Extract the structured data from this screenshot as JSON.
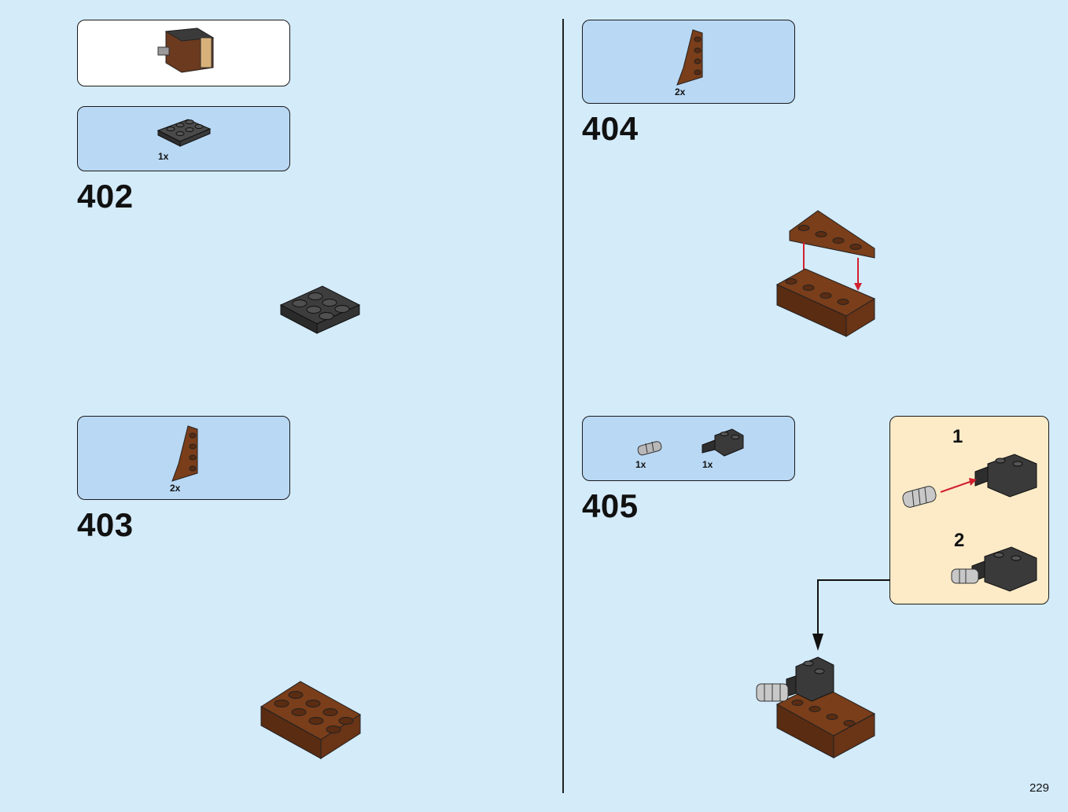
{
  "page": {
    "number": "229"
  },
  "steps": [
    {
      "number": "402",
      "parts": [
        {
          "qty": "1x",
          "name": "dark-grey-plate-2x3-icon"
        }
      ],
      "callout": "previous-assembly-icon"
    },
    {
      "number": "403",
      "parts": [
        {
          "qty": "2x",
          "name": "brown-wedge-plate-icon"
        }
      ]
    },
    {
      "number": "404",
      "parts": [
        {
          "qty": "2x",
          "name": "brown-wedge-plate-icon"
        }
      ]
    },
    {
      "number": "405",
      "parts": [
        {
          "qty": "1x",
          "name": "light-grey-pin-connector-icon"
        },
        {
          "qty": "1x",
          "name": "dark-grey-brick-with-clip-icon"
        }
      ],
      "substeps": [
        {
          "number": "1"
        },
        {
          "number": "2"
        }
      ]
    }
  ],
  "colors": {
    "background": "#d4ebfa",
    "parts_box": "#b9d8f4",
    "substep_box": "#fdebc8",
    "arrow": "#d1202f"
  }
}
